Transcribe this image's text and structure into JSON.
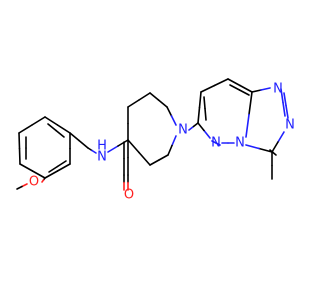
{
  "molecule": {
    "colors": {
      "bond": "#000000",
      "N": "#2020ff",
      "O": "#ff2020",
      "background": "#ffffff"
    },
    "atoms": {
      "o_methoxy": "O",
      "n_amide": "N",
      "h_amide": "H",
      "o_carbonyl": "O",
      "n_piperidine": "N",
      "n_triazole_1": "N",
      "n_triazole_2": "N",
      "n_bridge": "N",
      "n_pyridazine": "N"
    }
  }
}
